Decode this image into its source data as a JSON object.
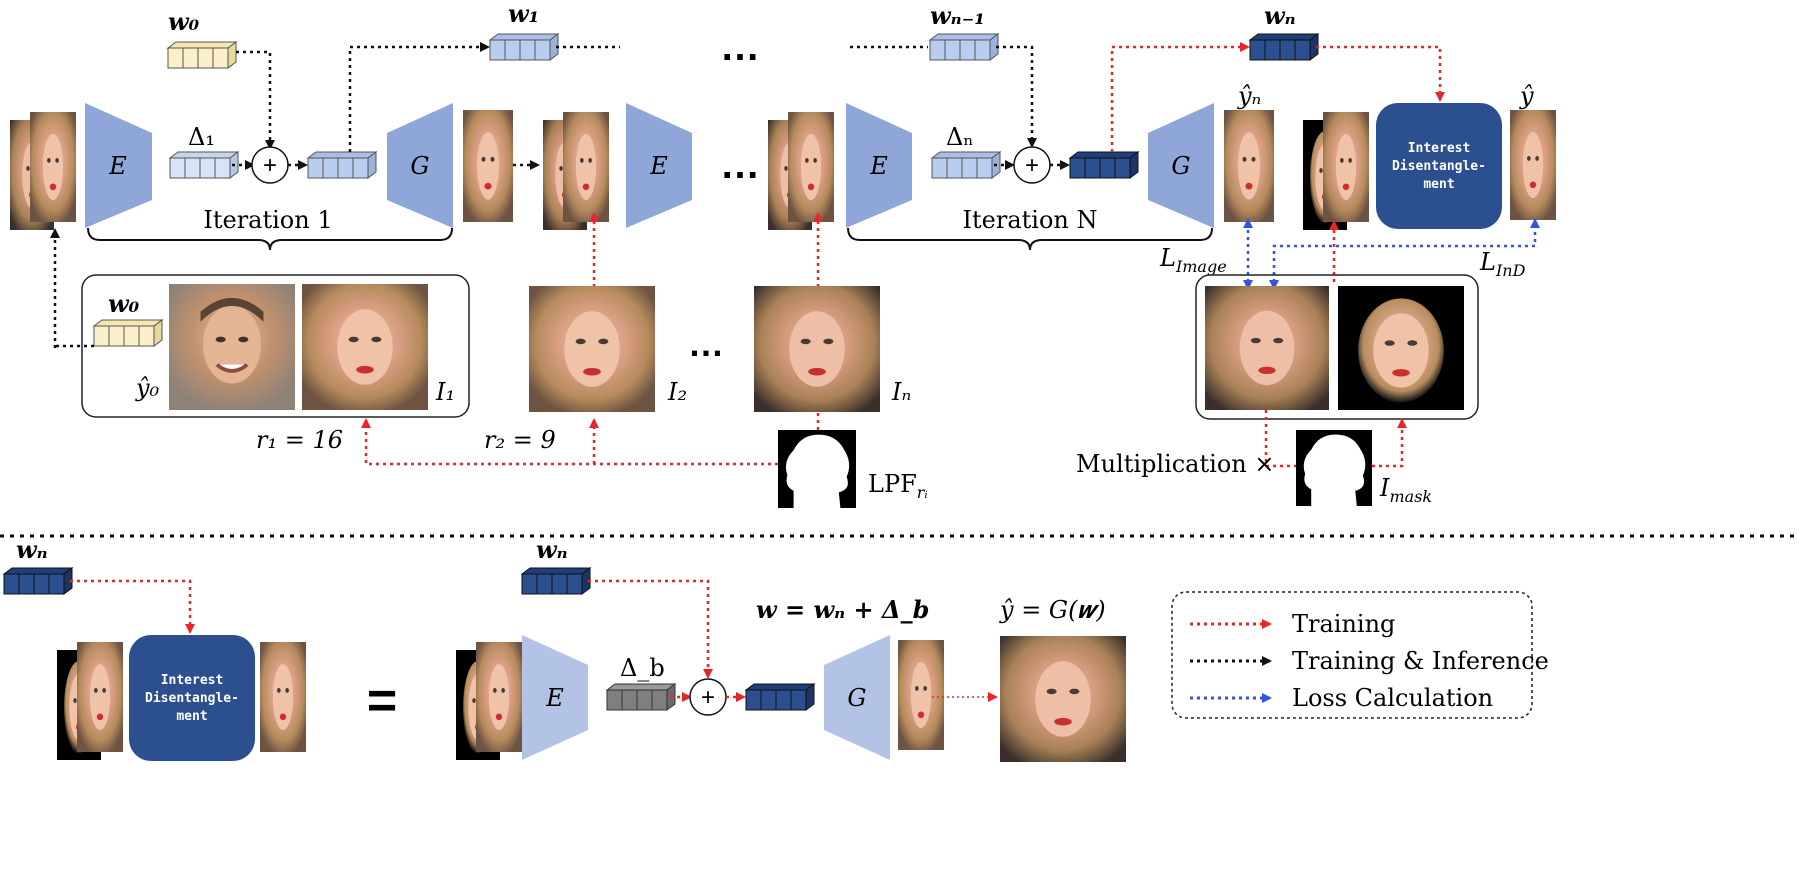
{
  "labels": {
    "w0_top": "𝒘₀",
    "w1": "𝒘₁",
    "wN_1": "𝒘ₙ₋₁",
    "wN_top": "𝒘ₙ",
    "delta1": "Δ₁",
    "deltaN": "Δₙ",
    "deltab": "Δ_b",
    "enc": "E",
    "gen": "G",
    "plus": "+",
    "ellipsis": "…",
    "iter1": "Iteration 1",
    "iterN": "Iteration N",
    "y0": "ŷ₀",
    "I1": "I₁",
    "I2": "I₂",
    "IN": "Iₙ",
    "yN": "ŷₙ",
    "yhat": "ŷ",
    "w0_box": "𝒘₀",
    "r1": "r₁ = 16",
    "r2": "r₂ = 9",
    "lpf": "LPF",
    "lpf_sub": "rᵢ",
    "l_image": "L",
    "l_image_sub": "Image",
    "l_ind": "L",
    "l_ind_sub": "InD",
    "mult": "Multiplication ×",
    "imask": "I",
    "imask_sub": "mask",
    "wN_bottom1": "𝒘ₙ",
    "wN_bottom2": "𝒘ₙ",
    "equals": "=",
    "formula_w": "𝒘 = 𝒘ₙ + Δ_b",
    "formula_y": "ŷ = G(𝒘)",
    "id_top_1": "Interest",
    "id_top_2": "Disentangle-",
    "id_top_3": "ment",
    "id_bot_1": "Interest",
    "id_bot_2": "Disentangle-",
    "id_bot_3": "ment"
  },
  "legend": [
    {
      "label": "Training",
      "color": "#e8262a"
    },
    {
      "label": "Training & Inference",
      "color": "#111111"
    },
    {
      "label": "Loss Calculation",
      "color": "#3451e8"
    }
  ],
  "colors": {
    "encoder": "#8fa6d8",
    "encoder_light": "#b3c3e6",
    "vec_yellow": "#fbf0c8",
    "vec_light": "#d7e3f6",
    "vec_mid": "#b9cdee",
    "vec_dark": "#2c4f90",
    "vec_gray": "#7f7f7f",
    "block": "#2c4f90",
    "red": "#e8262a",
    "blue": "#3451e8"
  }
}
